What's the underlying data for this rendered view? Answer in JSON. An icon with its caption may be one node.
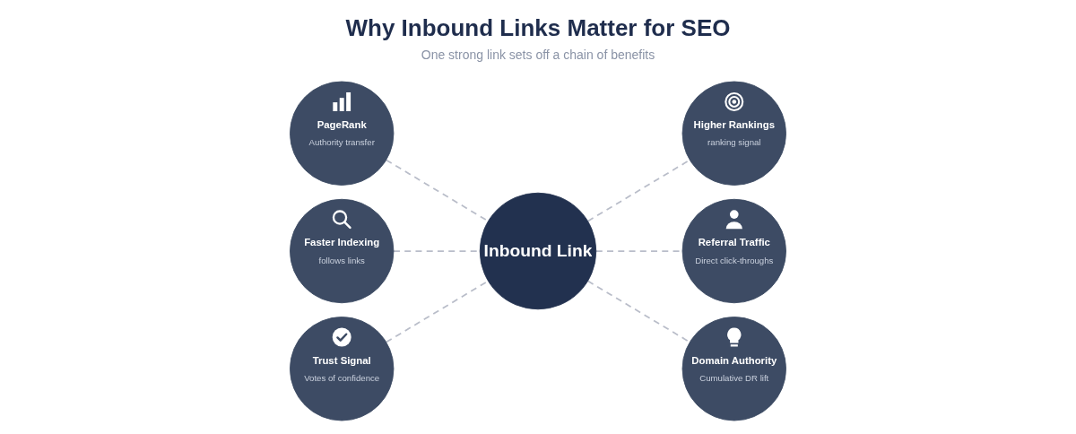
{
  "diagram": {
    "title": "Why Inbound Links Matter for SEO",
    "nodes": [
      {
        "text": [
          "PageRank",
          "Authority transfer"
        ]
      },
      {
        "text": [
          "Higher Rankings",
          "ranking signal"
        ]
      },
      {
        "text": [
          "Faster Indexing",
          "follows links"
        ]
      },
      {
        "text": [
          "Inbound Link"
        ]
      },
      {
        "text": [
          "Referral Traffic",
          "Direct click-throughs"
        ]
      },
      {
        "text": [
          "Trust Signal",
          "Votes of confidence"
        ]
      },
      {
        "text": [
          "Domain Authority",
          "Cumulative DR lift"
        ]
      }
    ],
    "edges": [
      {
        "from": 0,
        "to": 3,
        "arrow": "none",
        "style": "dashed"
      },
      {
        "from": 3,
        "to": 1,
        "arrow": "none",
        "style": "dashed"
      },
      {
        "from": 2,
        "to": 3,
        "arrow": "none",
        "style": "dashed"
      },
      {
        "from": 3,
        "to": 4,
        "arrow": "none",
        "style": "dashed"
      },
      {
        "from": 5,
        "to": 3,
        "arrow": "none",
        "style": "dashed"
      },
      {
        "from": 3,
        "to": 6,
        "arrow": "none",
        "style": "dashed"
      }
    ],
    "labels": [
      "One strong link sets off a chain of benefits"
    ]
  }
}
